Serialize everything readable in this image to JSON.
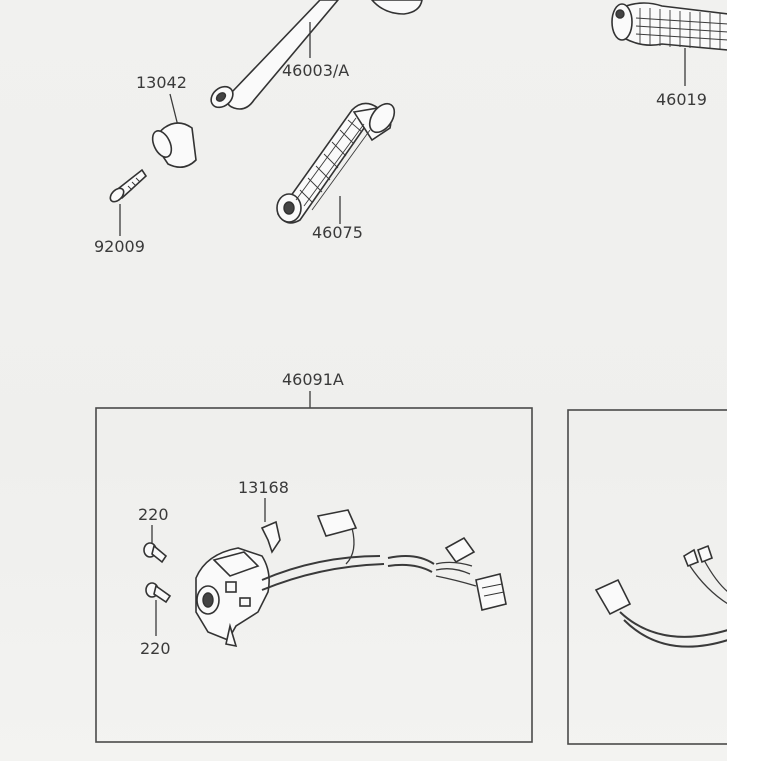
{
  "parts": {
    "throttle_tube": "46003/A",
    "grip_right": "46019",
    "weight_end": "13042",
    "screw": "92009",
    "grip_left": "46075",
    "switch_assy": "46091A",
    "cable_guide": "13168",
    "screw_top": "220",
    "screw_bottom": "220"
  },
  "colors": {
    "line": "#3a3a3a",
    "background": "#f0f0ee"
  }
}
